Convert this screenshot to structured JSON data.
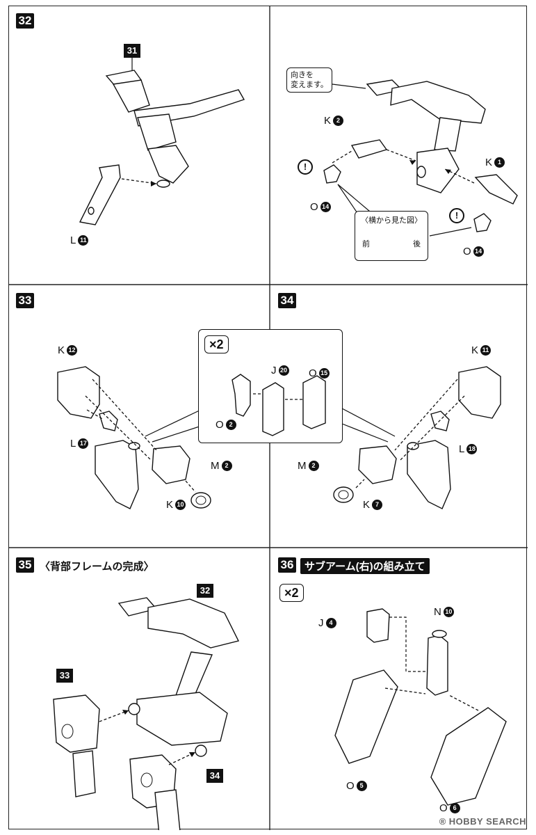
{
  "steps": {
    "s32": {
      "number": "32",
      "ref_31": "31",
      "label_l11": {
        "letter": "L",
        "num": "11"
      },
      "note": "向きを\n変えます。",
      "label_k2": {
        "letter": "K",
        "num": "2"
      },
      "label_k1": {
        "letter": "K",
        "num": "1"
      },
      "label_o14a": {
        "letter": "O",
        "num": "14"
      },
      "label_o14b": {
        "letter": "O",
        "num": "14"
      },
      "warn": "!",
      "side_view": {
        "title": "〈横から見た図〉",
        "front": "前",
        "back": "後"
      }
    },
    "s33": {
      "number": "33",
      "label_k12": {
        "letter": "K",
        "num": "12"
      },
      "label_l17": {
        "letter": "L",
        "num": "17"
      },
      "label_k10": {
        "letter": "K",
        "num": "10"
      },
      "label_m2": {
        "letter": "M",
        "num": "2"
      }
    },
    "times_box": {
      "times": "×2",
      "label_j20": {
        "letter": "J",
        "num": "20"
      },
      "label_o15": {
        "letter": "O",
        "num": "15"
      },
      "label_o2": {
        "letter": "O",
        "num": "2"
      }
    },
    "s34": {
      "number": "34",
      "label_k11": {
        "letter": "K",
        "num": "11"
      },
      "label_l18": {
        "letter": "L",
        "num": "18"
      },
      "label_m2": {
        "letter": "M",
        "num": "2"
      },
      "label_k7": {
        "letter": "K",
        "num": "7"
      }
    },
    "s35": {
      "number": "35",
      "title": "〈背部フレームの完成〉",
      "ref_32": "32",
      "ref_33": "33",
      "ref_34": "34"
    },
    "s36": {
      "number": "36",
      "title": "サブアーム(右)の組み立て",
      "times": "×2",
      "label_j4": {
        "letter": "J",
        "num": "4"
      },
      "label_n10": {
        "letter": "N",
        "num": "10"
      },
      "label_o5": {
        "letter": "O",
        "num": "5"
      },
      "label_o6": {
        "letter": "O",
        "num": "6"
      }
    }
  },
  "watermark": "HOBBY SEARCH"
}
